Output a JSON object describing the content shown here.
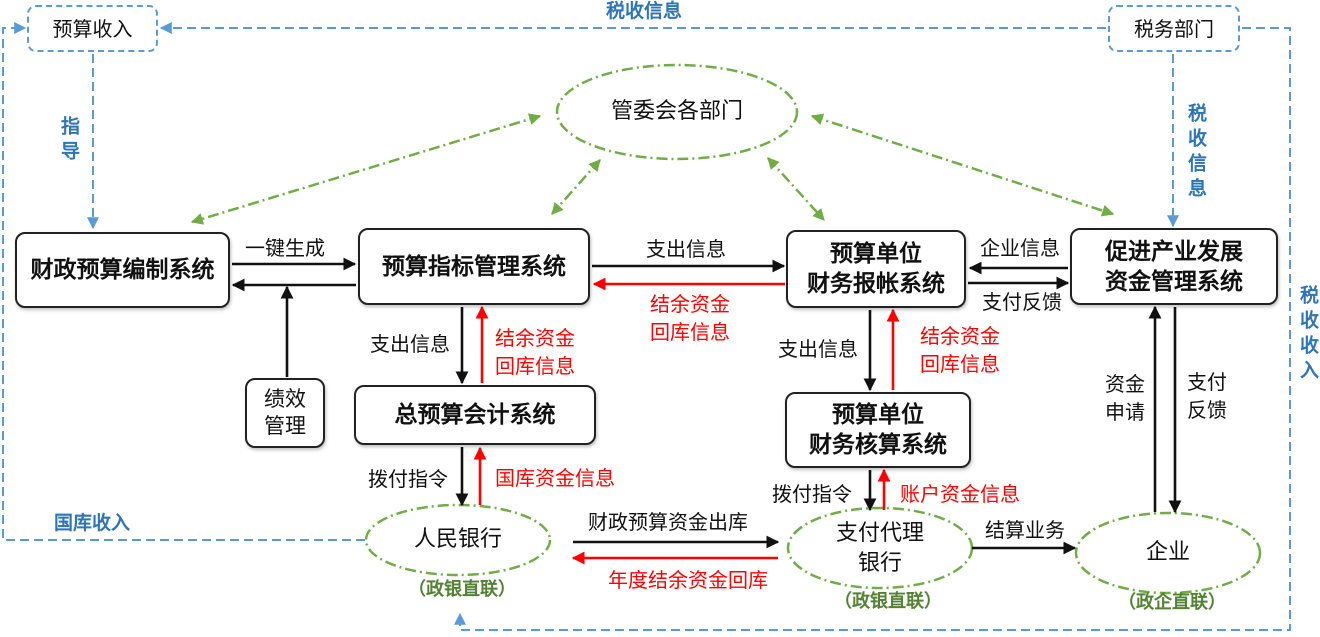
{
  "diagram": {
    "nodes": {
      "budget_revenue": "预算收入",
      "tax_department": "税务部门",
      "committee_departments": "管委会各部门",
      "budget_preparation_system": "财政预算编制系统",
      "budget_index_system": "预算指标管理系统",
      "unit_reimbursement_system": [
        "预算单位",
        "财务报帐系统"
      ],
      "industry_fund_system": [
        "促进产业发展",
        "资金管理系统"
      ],
      "general_accounting_system": "总预算会计系统",
      "performance_management": [
        "绩效",
        "管理"
      ],
      "unit_accounting_system": [
        "预算单位",
        "财务核算系统"
      ],
      "peoples_bank": "人民银行",
      "agent_bank": [
        "支付代理",
        "银行"
      ],
      "enterprise": "企业"
    },
    "channel_tags": {
      "peoples_bank": "（政银直联）",
      "agent_bank": "（政银直联）",
      "enterprise": "（政企直联）"
    },
    "edge_labels": {
      "tax_info_top": "税收信息",
      "guidance": "指导",
      "tax_info_right": "税收信息",
      "tax_revenue": "税收收入",
      "treasury_revenue": "国库收入",
      "one_click_generate": "一键生成",
      "index_to_reimburse": "支出信息",
      "reimburse_to_index": [
        "结余资金",
        "回库信息"
      ],
      "enterprise_info": "企业信息",
      "payment_feedback_h": "支付反馈",
      "index_to_general": "支出信息",
      "general_to_index": [
        "结余资金",
        "回库信息"
      ],
      "general_to_bank": "拨付指令",
      "treasury_fund_info": "国库资金信息",
      "reimburse_to_accounting": "支出信息",
      "accounting_to_reimburse": [
        "结余资金",
        "回库信息"
      ],
      "accounting_to_agent": "拨付指令",
      "account_fund_info": "账户资金信息",
      "fiscal_outflow": "财政预算资金出库",
      "year_end_return": "年度结余资金回库",
      "settlement": "结算业务",
      "fund_application": [
        "资金",
        "申请"
      ],
      "payment_feedback_v": [
        "支付",
        "反馈"
      ]
    }
  },
  "colors": {
    "blue": "#5b9bd5",
    "blue_text": "#2e75b6",
    "green": "#70ad47",
    "green_text": "#548235",
    "red": "#ff0000",
    "ink": "#111111"
  }
}
